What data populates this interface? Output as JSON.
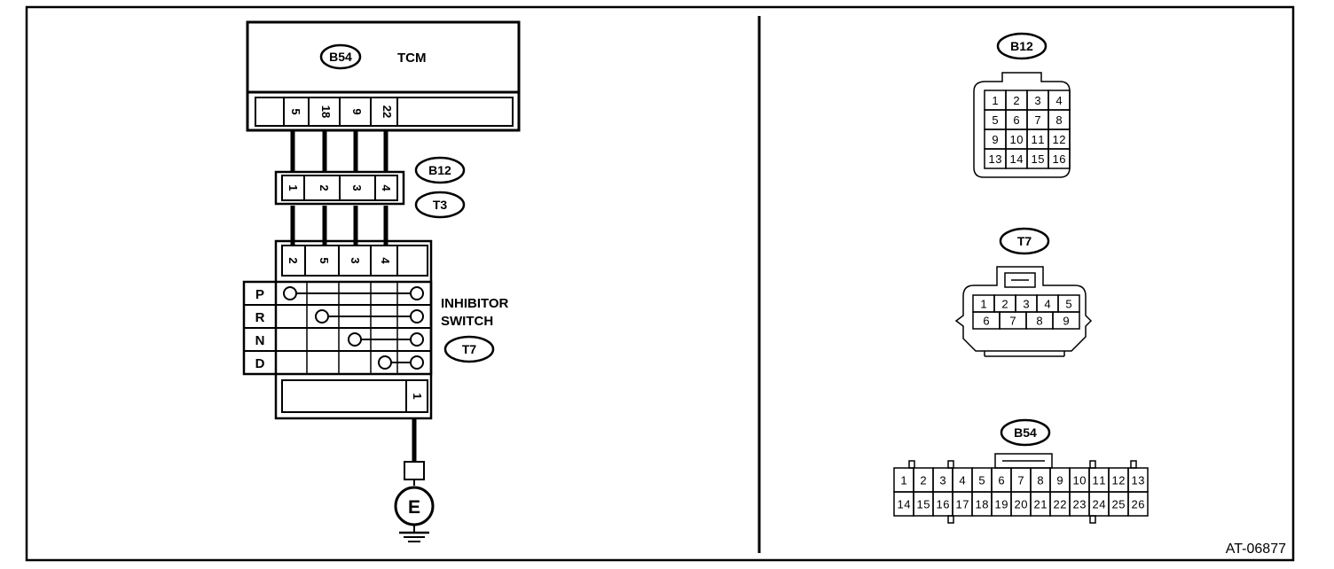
{
  "figure_id": "AT-06877",
  "tcm": {
    "connector": "B54",
    "label": "TCM",
    "pins": [
      "5",
      "18",
      "9",
      "22"
    ]
  },
  "harness_connector": {
    "top": "B12",
    "bottom": "T3",
    "pins": [
      "1",
      "2",
      "3",
      "4"
    ]
  },
  "inhibitor_switch": {
    "connector": "T7",
    "label_line1": "INHIBITOR",
    "label_line2": "SWITCH",
    "top_pins": [
      "2",
      "5",
      "3",
      "4"
    ],
    "positions": [
      "P",
      "R",
      "N",
      "D"
    ],
    "ground_pin": "1"
  },
  "ground": {
    "label": "E"
  },
  "connector_views": {
    "b12": {
      "label": "B12",
      "pins": [
        "1",
        "2",
        "3",
        "4",
        "5",
        "6",
        "7",
        "8",
        "9",
        "10",
        "11",
        "12",
        "13",
        "14",
        "15",
        "16"
      ]
    },
    "t7": {
      "label": "T7",
      "row1": [
        "1",
        "2",
        "3",
        "4",
        "5"
      ],
      "row2": [
        "6",
        "7",
        "8",
        "9"
      ]
    },
    "b54": {
      "label": "B54",
      "row1": [
        "1",
        "2",
        "3",
        "4",
        "5",
        "6",
        "7",
        "8",
        "9",
        "10",
        "11",
        "12",
        "13"
      ],
      "row2": [
        "14",
        "15",
        "16",
        "17",
        "18",
        "19",
        "20",
        "21",
        "22",
        "23",
        "24",
        "25",
        "26"
      ]
    }
  }
}
